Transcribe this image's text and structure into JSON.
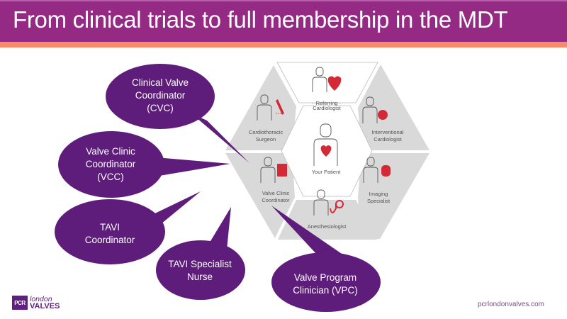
{
  "slide": {
    "title": "From clinical trials to full membership in the MDT",
    "colors": {
      "title_bar": "#942a84",
      "accent_bar": "#f58b68",
      "bubble": "#5e1d7a",
      "segment_gray": "#d9d9d9",
      "icon_red": "#d42a37"
    }
  },
  "mdt_diagram": {
    "center": {
      "label": "Your Patient",
      "icon": "patient-heart-icon"
    },
    "segments": [
      {
        "label_lines": [
          "Referring",
          "Cardiologist"
        ],
        "icon": "doctor-heart-ecg-icon"
      },
      {
        "label_lines": [
          "Interventional",
          "Cardiologist"
        ],
        "icon": "doctor-heart-valve-icon"
      },
      {
        "label_lines": [
          "Imaging",
          "Specialist"
        ],
        "icon": "doctor-scanner-icon"
      },
      {
        "label_lines": [
          "Anesthesiologist"
        ],
        "icon": "doctor-anesthesia-icon"
      },
      {
        "label_lines": [
          "Valve Clinic",
          "Coordinator"
        ],
        "icon": "doctor-clipboard-icon"
      },
      {
        "label_lines": [
          "Cardiothoracic",
          "Surgeon"
        ],
        "icon": "surgeon-scalpel-icon"
      }
    ]
  },
  "callouts": [
    {
      "lines": [
        "Clinical Valve",
        "Coordinator",
        "(CVC)"
      ]
    },
    {
      "lines": [
        "Valve Clinic",
        "Coordinator",
        "(VCC)"
      ]
    },
    {
      "lines": [
        "TAVI",
        "Coordinator"
      ]
    },
    {
      "lines": [
        "TAVI Specialist",
        "Nurse"
      ]
    },
    {
      "lines": [
        "Valve Program",
        "Clinician (VPC)"
      ]
    }
  ],
  "footer": {
    "logo_box": "PCR",
    "logo_top": "london",
    "logo_bottom": "VALVES",
    "url": "pcrlondonvalves.com"
  }
}
